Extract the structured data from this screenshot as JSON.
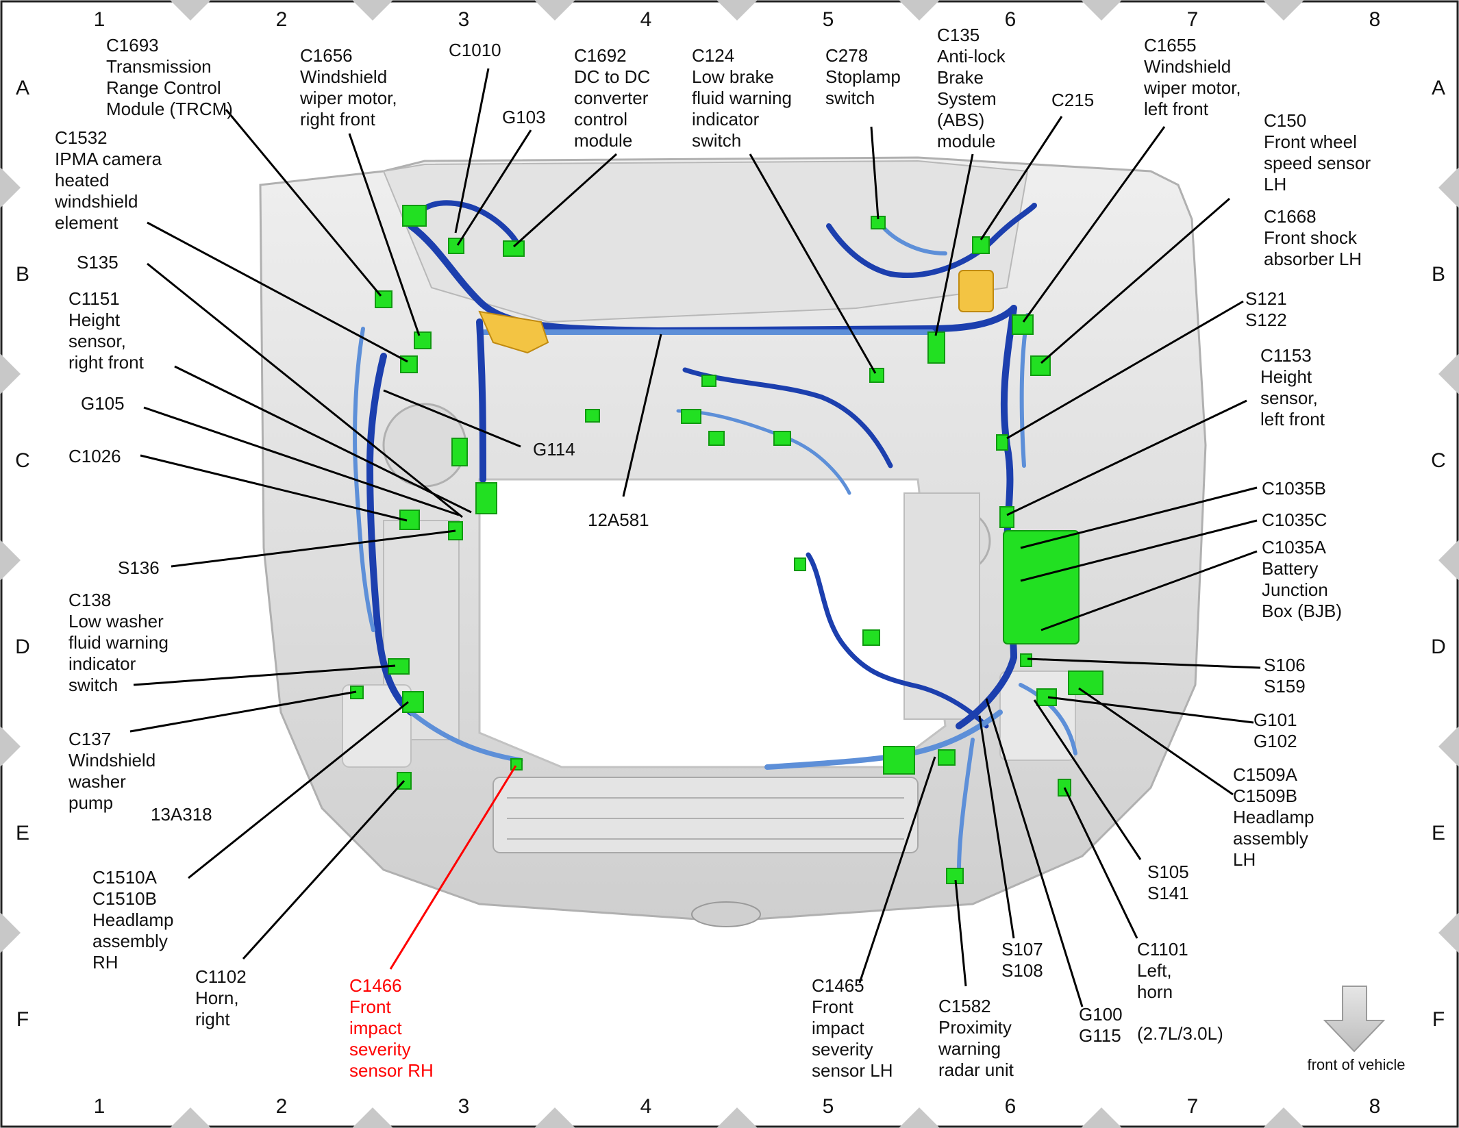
{
  "grid": {
    "columns": [
      "1",
      "2",
      "3",
      "4",
      "5",
      "6",
      "7",
      "8"
    ],
    "rows": [
      "A",
      "B",
      "C",
      "D",
      "E",
      "F"
    ]
  },
  "colors": {
    "harness_dark": "#1c3fae",
    "harness_light": "#5d8fd8",
    "connector": "#22e022",
    "connector_highlight": "#f3c443",
    "body": "#d6d6d6",
    "highlight_label": "#ff0000",
    "leader": "#000000"
  },
  "labels": [
    {
      "id": "c1693",
      "lines": [
        "C1693",
        "Transmission",
        "Range Control",
        "Module (TRCM)"
      ]
    },
    {
      "id": "c1656",
      "lines": [
        "C1656",
        "Windshield",
        "wiper motor,",
        "right front"
      ]
    },
    {
      "id": "c1010",
      "lines": [
        "C1010"
      ]
    },
    {
      "id": "c1692",
      "lines": [
        "C1692",
        "DC to DC",
        "converter",
        "control",
        "module"
      ]
    },
    {
      "id": "g103",
      "lines": [
        "G103"
      ]
    },
    {
      "id": "c124",
      "lines": [
        "C124",
        "Low brake",
        "fluid warning",
        "indicator",
        "switch"
      ]
    },
    {
      "id": "c278",
      "lines": [
        "C278",
        "Stoplamp",
        "switch"
      ]
    },
    {
      "id": "c135",
      "lines": [
        "C135",
        "Anti-lock",
        "Brake",
        "System",
        "(ABS)",
        "module"
      ]
    },
    {
      "id": "c215",
      "lines": [
        "C215"
      ]
    },
    {
      "id": "c1655",
      "lines": [
        "C1655",
        "Windshield",
        "wiper motor,",
        "left front"
      ]
    },
    {
      "id": "c150",
      "lines": [
        "C150",
        "Front wheel",
        "speed sensor",
        "LH"
      ]
    },
    {
      "id": "c1668",
      "lines": [
        "C1668",
        "Front shock",
        "absorber LH"
      ]
    },
    {
      "id": "c1532",
      "lines": [
        "C1532",
        "IPMA camera",
        "heated",
        "windshield",
        "element"
      ]
    },
    {
      "id": "s135",
      "lines": [
        "S135"
      ]
    },
    {
      "id": "c1151",
      "lines": [
        "C1151",
        "Height",
        "sensor,",
        "right front"
      ]
    },
    {
      "id": "g105",
      "lines": [
        "G105"
      ]
    },
    {
      "id": "c1026",
      "lines": [
        "C1026"
      ]
    },
    {
      "id": "g114",
      "lines": [
        "G114"
      ]
    },
    {
      "id": "w12a581",
      "lines": [
        "12A581"
      ]
    },
    {
      "id": "s121",
      "lines": [
        "S121",
        "S122"
      ]
    },
    {
      "id": "c1153",
      "lines": [
        "C1153",
        "Height",
        "sensor,",
        "left front"
      ]
    },
    {
      "id": "c1035b",
      "lines": [
        "C1035B"
      ]
    },
    {
      "id": "c1035c",
      "lines": [
        "C1035C"
      ]
    },
    {
      "id": "c1035a",
      "lines": [
        "C1035A",
        "Battery",
        "Junction",
        "Box (BJB)"
      ]
    },
    {
      "id": "s136",
      "lines": [
        "S136"
      ]
    },
    {
      "id": "c138",
      "lines": [
        "C138",
        "Low washer",
        "fluid warning",
        "indicator",
        "switch"
      ]
    },
    {
      "id": "c137",
      "lines": [
        "C137",
        "Windshield",
        "washer",
        "pump"
      ]
    },
    {
      "id": "w13a318",
      "lines": [
        "13A318"
      ]
    },
    {
      "id": "c1510",
      "lines": [
        "C1510A",
        "C1510B",
        "Headlamp",
        "assembly",
        "RH"
      ]
    },
    {
      "id": "c1102",
      "lines": [
        "C1102",
        "Horn,",
        "right"
      ]
    },
    {
      "id": "c1466",
      "lines": [
        "C1466",
        "Front",
        "impact",
        "severity",
        "sensor RH"
      ]
    },
    {
      "id": "s106",
      "lines": [
        "S106",
        "S159"
      ]
    },
    {
      "id": "g101",
      "lines": [
        "G101",
        "G102"
      ]
    },
    {
      "id": "c1509",
      "lines": [
        "C1509A",
        "C1509B",
        "Headlamp",
        "assembly",
        "LH"
      ]
    },
    {
      "id": "s105",
      "lines": [
        "S105",
        "S141"
      ]
    },
    {
      "id": "c1101",
      "lines": [
        "C1101",
        "Left,",
        "horn"
      ]
    },
    {
      "id": "g100",
      "lines": [
        "G100",
        "G115"
      ]
    },
    {
      "id": "engine_note",
      "lines": [
        "(2.7L/3.0L)"
      ]
    },
    {
      "id": "s107",
      "lines": [
        "S107",
        "S108"
      ]
    },
    {
      "id": "c1582",
      "lines": [
        "C1582",
        "Proximity",
        "warning",
        "radar unit"
      ]
    },
    {
      "id": "c1465",
      "lines": [
        "C1465",
        "Front",
        "impact",
        "severity",
        "sensor LH"
      ]
    }
  ],
  "front_indicator": {
    "label": "front of vehicle",
    "icon": "arrow-down-icon"
  }
}
